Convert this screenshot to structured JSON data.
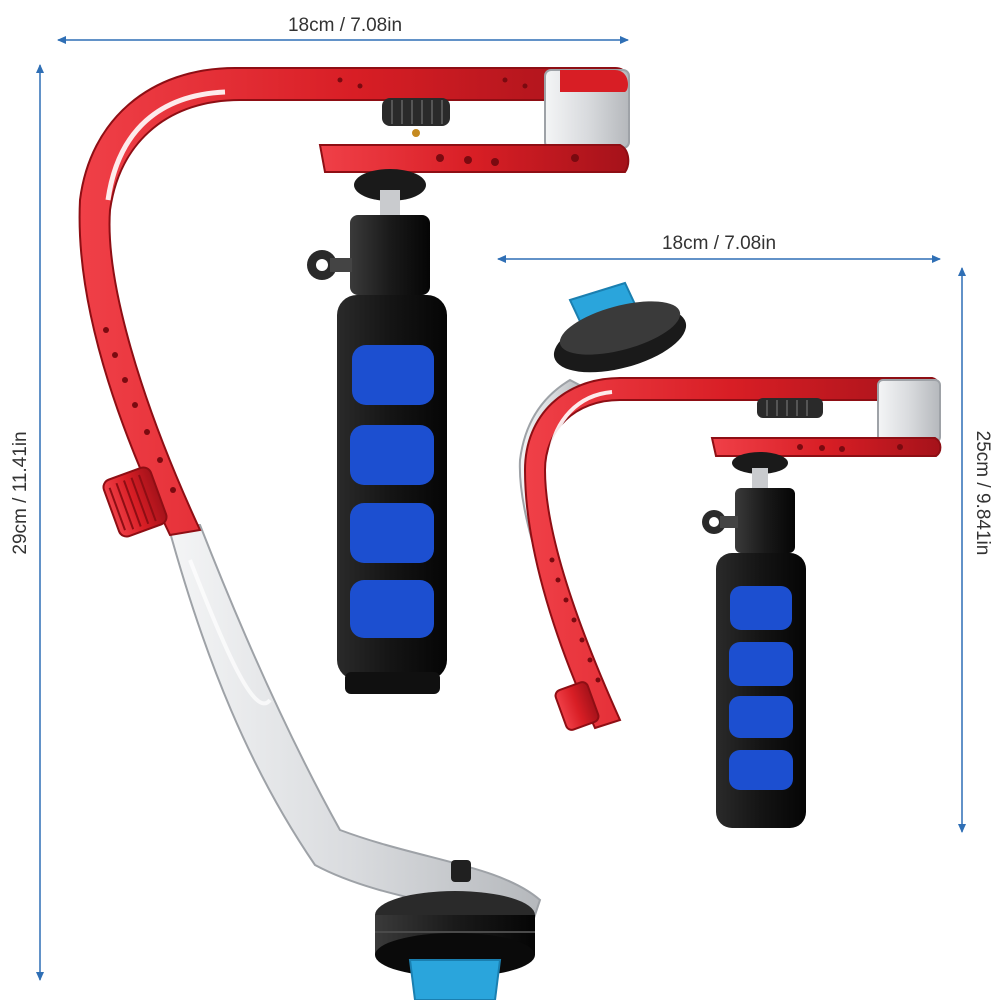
{
  "dimensions": {
    "large_width": "18cm / 7.08in",
    "large_height": "29cm / 11.41in",
    "small_width": "18cm / 7.08in",
    "small_height": "25cm / 9.841in"
  },
  "colors": {
    "background": "#ffffff",
    "frame_red": "#d81e25",
    "frame_red_dark": "#a5121a",
    "frame_silver": "#d9dbde",
    "grip_foam": "#141414",
    "grip_pad_blue": "#1c4fd0",
    "anodized_blue": "#2aa5dc",
    "dimension_arrow": "#2f6fb5",
    "black_metal": "#1a1a1a"
  },
  "icons": {
    "width_arrow": "double-headed-horizontal-arrow",
    "height_arrow": "double-headed-vertical-arrow"
  }
}
